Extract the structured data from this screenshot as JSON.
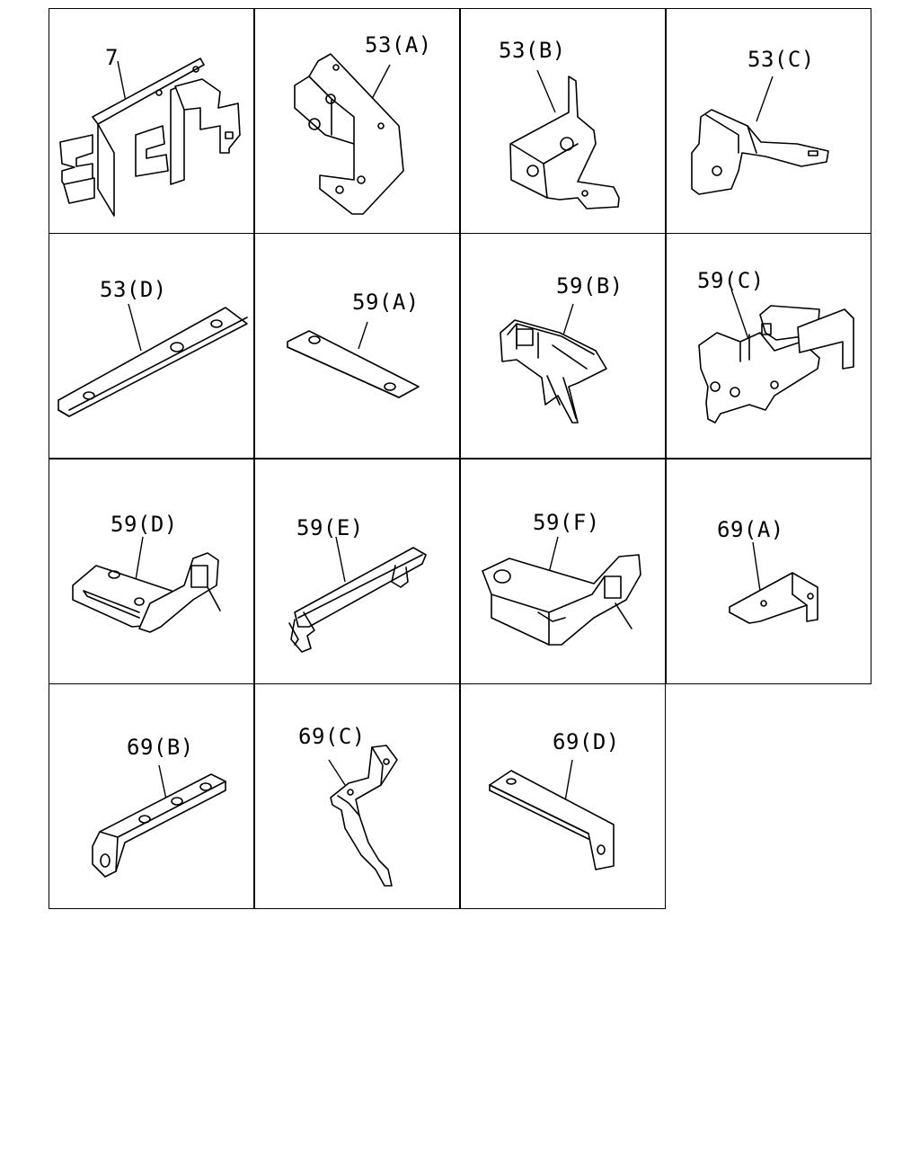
{
  "parts": [
    {
      "id": "p7",
      "label": "7"
    },
    {
      "id": "p53a",
      "label": "53(A)"
    },
    {
      "id": "p53b",
      "label": "53(B)"
    },
    {
      "id": "p53c",
      "label": "53(C)"
    },
    {
      "id": "p53d",
      "label": "53(D)"
    },
    {
      "id": "p59a",
      "label": "59(A)"
    },
    {
      "id": "p59b",
      "label": "59(B)"
    },
    {
      "id": "p59c",
      "label": "59(C)"
    },
    {
      "id": "p59d",
      "label": "59(D)"
    },
    {
      "id": "p59e",
      "label": "59(E)"
    },
    {
      "id": "p59f",
      "label": "59(F)"
    },
    {
      "id": "p69a",
      "label": "69(A)"
    },
    {
      "id": "p69b",
      "label": "69(B)"
    },
    {
      "id": "p69c",
      "label": "69(C)"
    },
    {
      "id": "p69d",
      "label": "69(D)"
    }
  ]
}
